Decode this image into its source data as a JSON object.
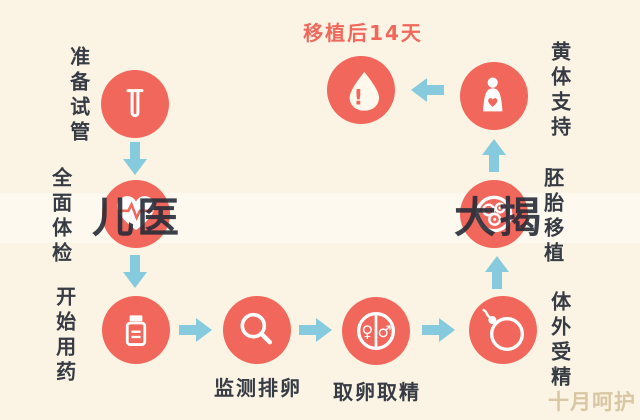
{
  "steps": [
    {
      "label": "准备试管",
      "icon": "test-tube"
    },
    {
      "label": "全面体检",
      "icon": "heart-ekg"
    },
    {
      "label": "开始用药",
      "icon": "medicine-bottle"
    },
    {
      "label": "监测排卵",
      "icon": "magnifier"
    },
    {
      "label": "取卵取精",
      "icon": "gender-symbols"
    },
    {
      "label": "体外受精",
      "icon": "fertilization"
    },
    {
      "label": "胚胎移植",
      "icon": "embryo"
    },
    {
      "label": "黄体支持",
      "icon": "pregnant-woman"
    },
    {
      "label": "移植后14天",
      "icon": "blood-drop"
    }
  ],
  "watermark": {
    "left_fragment": "儿医",
    "right_fragment": "大揭",
    "bottom_right": "十月呵护"
  },
  "colors": {
    "circle_fill": "#F2675B",
    "arrow_fill": "#85CBDD",
    "background": "#FBF4E4",
    "label_text": "#363B44",
    "accent_text": "#F2675B",
    "watermark_text": "#D9C7A3"
  }
}
